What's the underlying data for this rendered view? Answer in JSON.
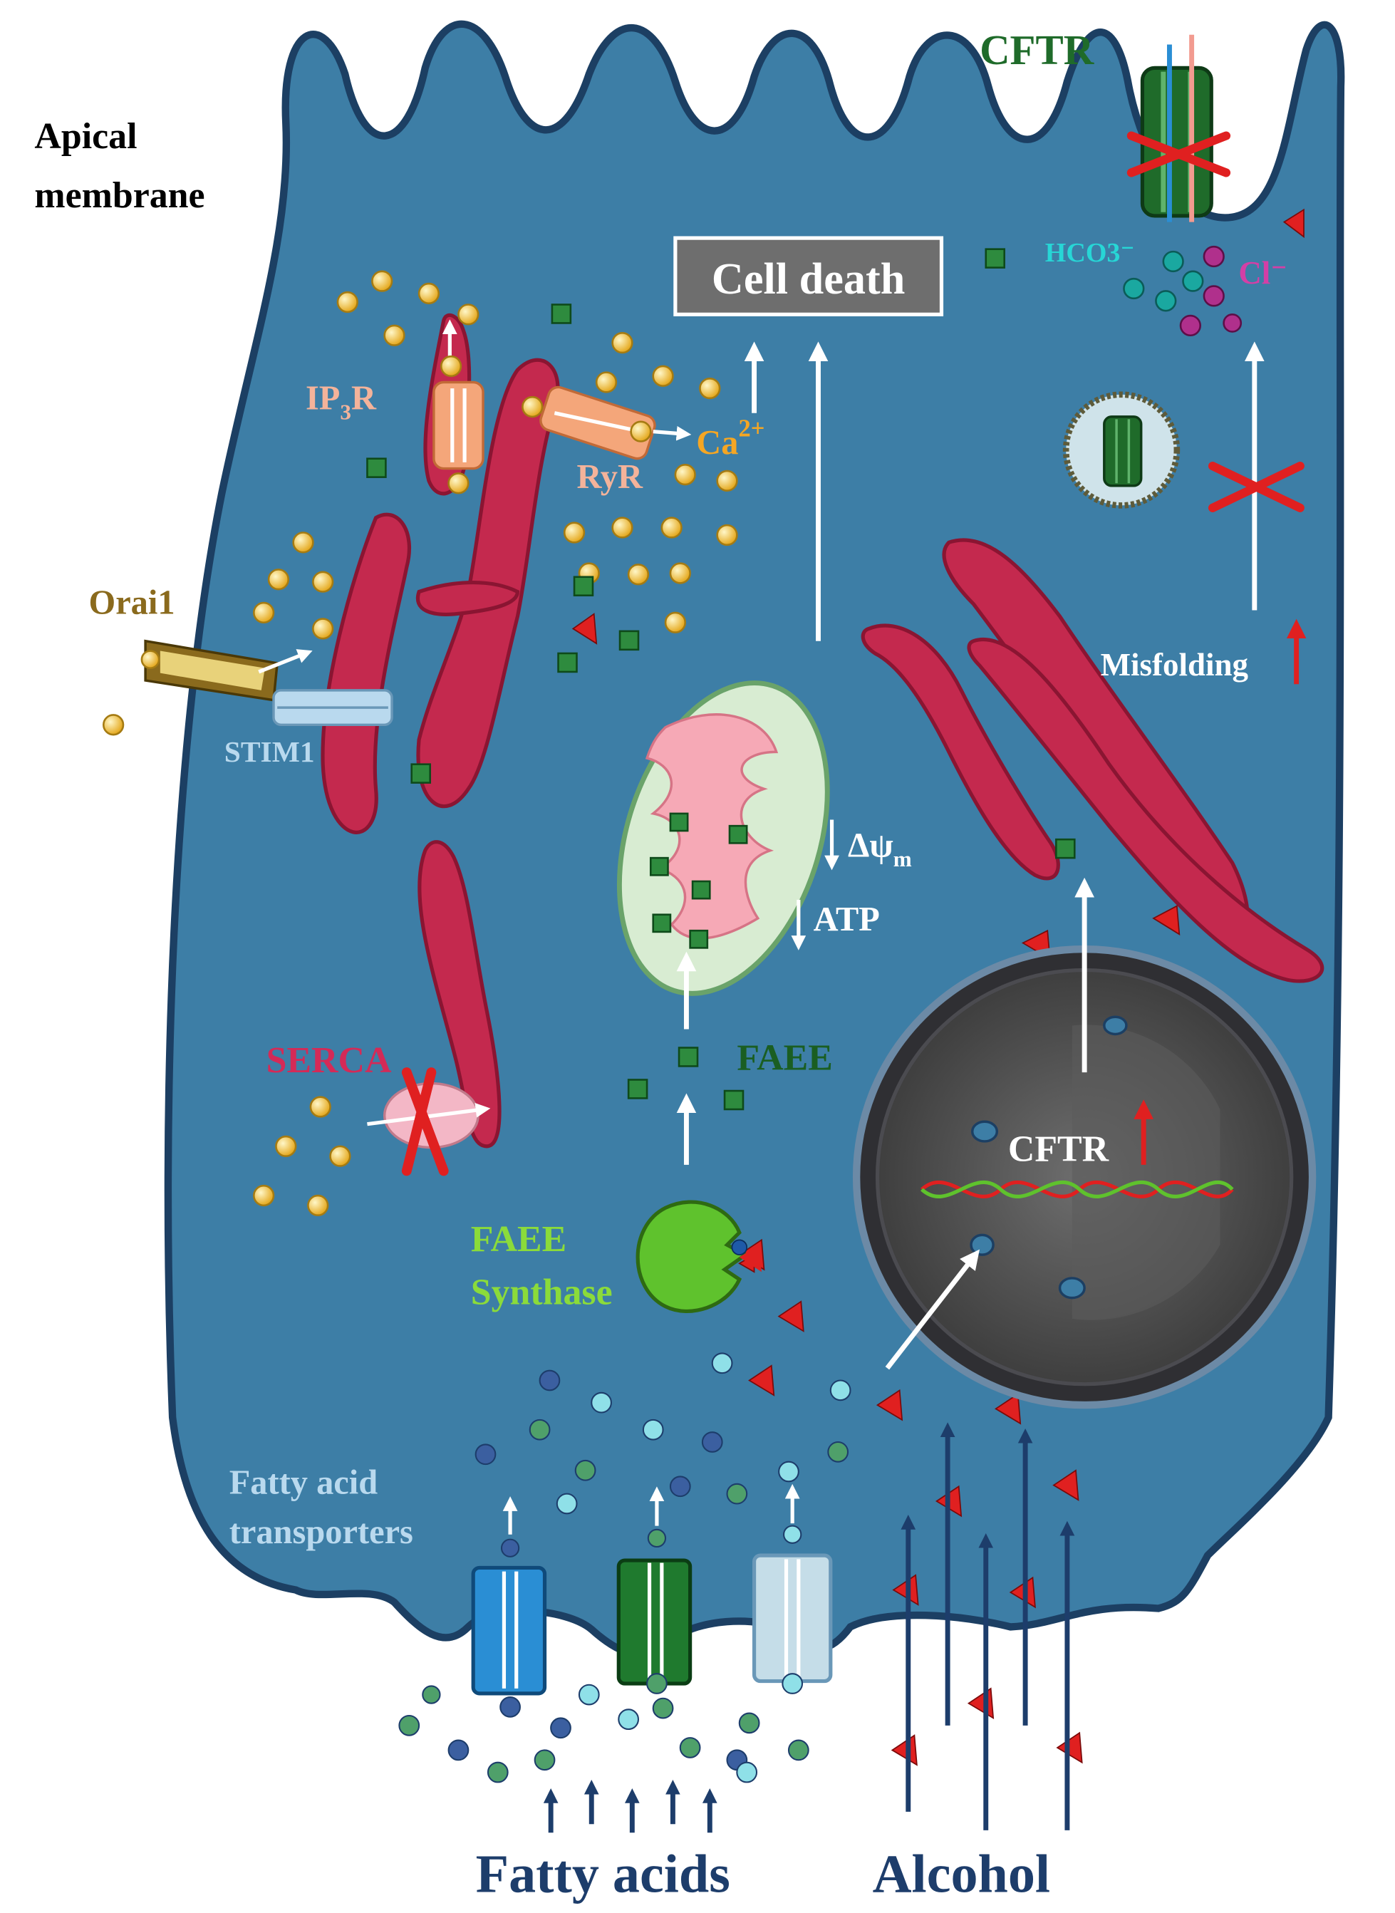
{
  "labels": {
    "apical_1": "Apical",
    "apical_2": "membrane",
    "cftr_top": "CFTR",
    "hco3": "HCO3⁻",
    "cl": "Cl⁻",
    "cell_death": "Cell death",
    "ip3r": "IP",
    "ip3r_sub": "3",
    "ip3r_end": "R",
    "ryr": "RyR",
    "ca": "Ca",
    "ca_sup": "2+",
    "orai1": "Orai1",
    "stim1": "STIM1",
    "serca": "SERCA",
    "delta_psi": "Δψ",
    "delta_psi_sub": "m",
    "atp": "ATP",
    "faee": "FAEE",
    "faee_synthase_1": "FAEE",
    "faee_synthase_2": "Synthase",
    "misfolding": "Misfolding",
    "cftr_nucleus": "CFTR",
    "fatty_acid_transporters_1": "Fatty acid",
    "fatty_acid_transporters_2": "transporters",
    "fatty_acids": "Fatty acids",
    "alcohol": "Alcohol"
  },
  "colors": {
    "cell": "#3d7ea6",
    "cell_outline": "#1c3f63",
    "er": "#c4294e",
    "calcium": "#f2c94c",
    "faee": "#2e8b3e",
    "alcohol": "#e02020",
    "cftr": "#1f6b2a",
    "hco3_text": "#27d6d6",
    "cl_text": "#d43fa6",
    "ip3r_text": "#f4b39a",
    "ca_text": "#f5a623",
    "orai_text": "#8a6a1d",
    "serca_text": "#d42a57",
    "faee_text": "#1a5e22",
    "synthase_text": "#8bdb3a",
    "transporter_text": "#b9d9ee",
    "bottom_text": "#1d3d6b"
  }
}
